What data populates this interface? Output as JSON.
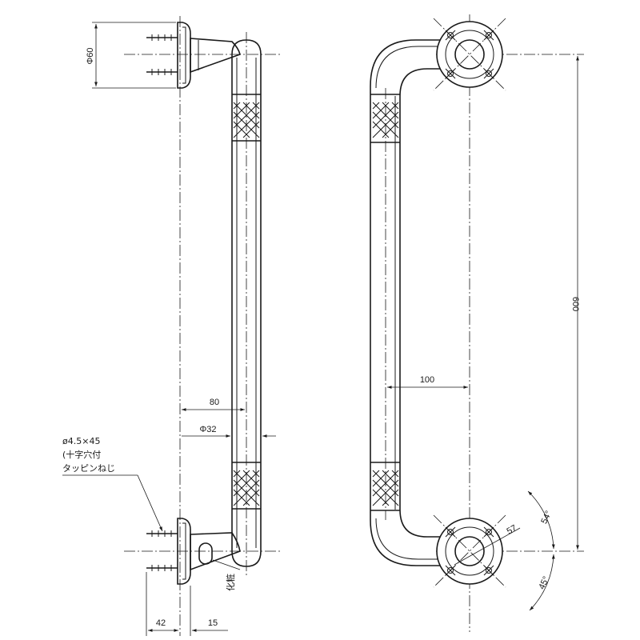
{
  "dimensions": {
    "flange_dia": "Φ60",
    "projection": "80",
    "bar_dia": "Φ32",
    "screw_spec_line1": "ø4.5×45",
    "screw_spec_line2": "(十字穴付",
    "screw_spec_line3": "タッピンねじ",
    "depth_42": "42",
    "depth_15": "15",
    "cap_label": "化粧",
    "center_distance": "600",
    "offset": "100",
    "pcd": "57",
    "angle_54": "54°",
    "angle_45": "45°"
  }
}
